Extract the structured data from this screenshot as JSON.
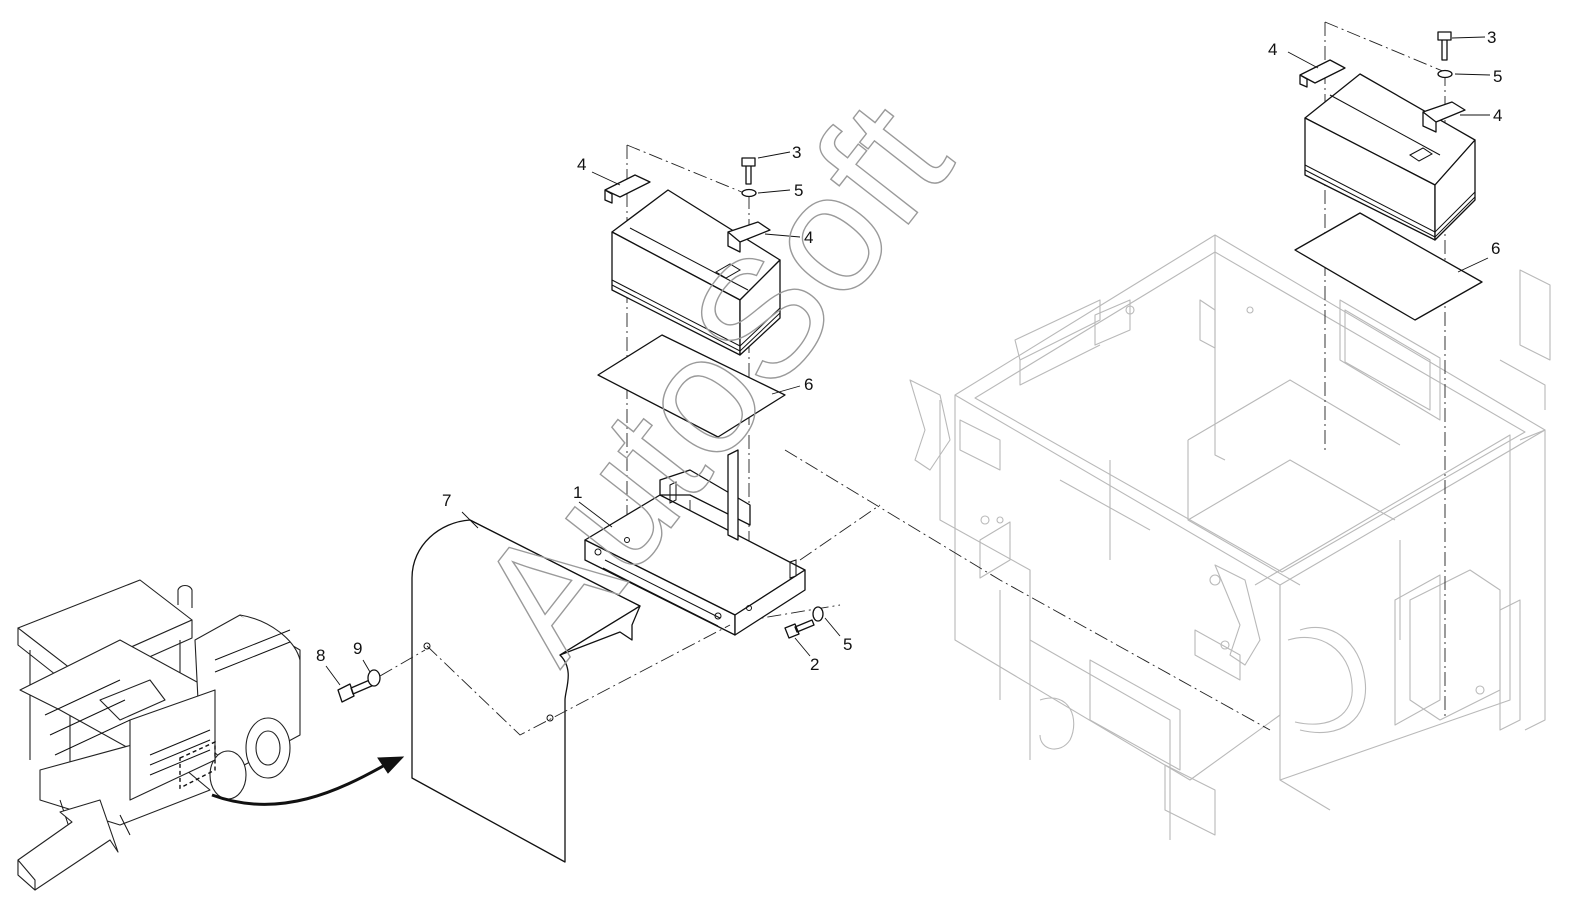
{
  "watermark": "AutoSoft",
  "callouts": {
    "c1": "1",
    "c2": "2",
    "c3a": "3",
    "c3b": "3",
    "c4a": "4",
    "c4b": "4",
    "c4c": "4",
    "c4d": "4",
    "c5a": "5",
    "c5b": "5",
    "c5c": "5",
    "c6a": "6",
    "c6b": "6",
    "c7": "7",
    "c8": "8",
    "c9": "9"
  },
  "colors": {
    "line": "#111111",
    "frame": "#b9b9b9",
    "watermark": "#9a9a9a"
  }
}
